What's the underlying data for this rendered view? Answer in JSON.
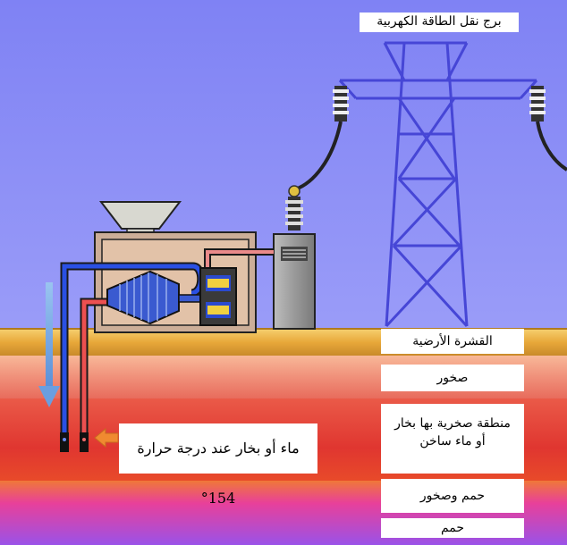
{
  "labels": {
    "tower": "برج نقل الطاقة الكهربية",
    "crust": "القشرة الأرضية",
    "rocks": "صخور",
    "zone_line1": "منطقة صخرية بها بخار",
    "zone_line2": "أو ماء ساخن",
    "magma_rocks": "حمم وصخور",
    "magma": "حمم",
    "water_steam": "ماء أو بخار عند درجة حرارة 154°"
  },
  "colors": {
    "sky": "#8a8cf6",
    "crust": "#f0b840",
    "rock": "#f09878",
    "hot_zone": "#e04038",
    "magma_band": "#9a52e8",
    "cold_pipe": "#2848e0",
    "hot_pipe": "#e84848",
    "arrow_cold": "#7ab0e8",
    "arrow_hot": "#f08a30",
    "tower": "#4a4ad8",
    "plant_body": "#d8b6a0"
  },
  "icons": [
    "power-tower-icon",
    "insulator-icon",
    "transformer-icon",
    "turbine-icon",
    "generator-icon",
    "cooling-funnel-icon",
    "down-arrow-icon",
    "left-arrow-icon"
  ]
}
